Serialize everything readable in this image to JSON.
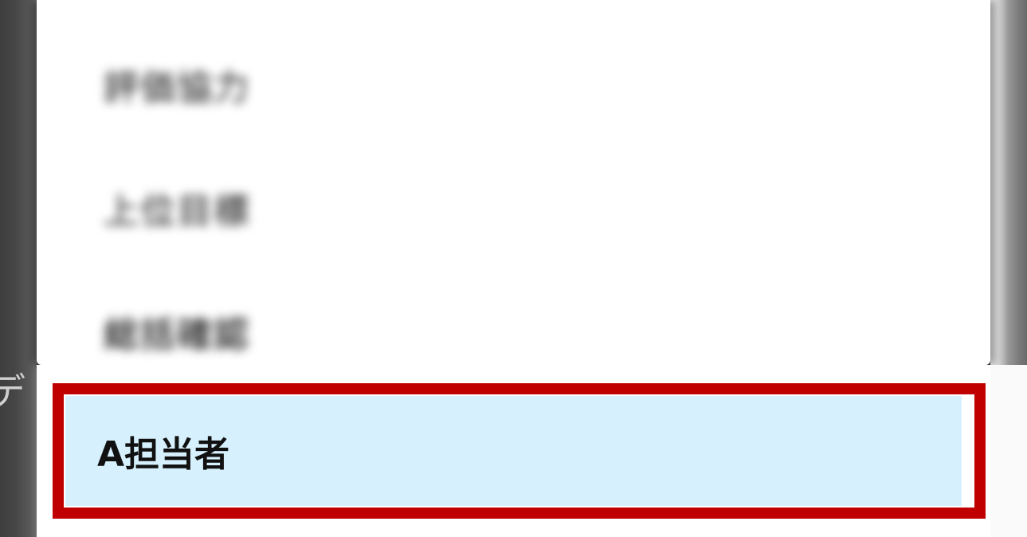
{
  "background_label": "デ",
  "dropdown": {
    "options": [
      {
        "label": "評価協力"
      },
      {
        "label": "上位目標"
      },
      {
        "label": "総括確認"
      }
    ],
    "selected": {
      "label": "A担当者"
    }
  },
  "colors": {
    "highlight_border": "#c00000",
    "selected_background": "#d6f1fd",
    "backdrop": "#4a4a4a"
  }
}
